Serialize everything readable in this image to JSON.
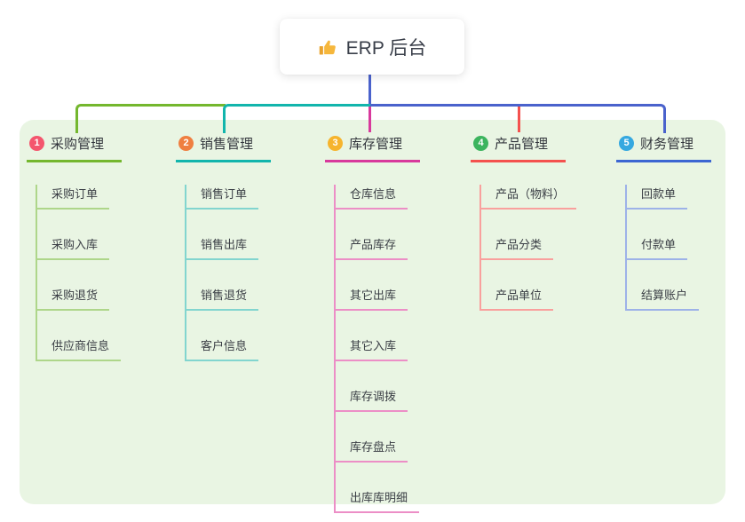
{
  "root": {
    "label": "ERP 后台",
    "icon": "thumbs-up-icon"
  },
  "colors": {
    "root_connector": "#4a62cc",
    "panel_bg": "#e9f5e3",
    "card_bg": "#ffffff",
    "icon_yellow": "#f6b73c"
  },
  "branches": [
    {
      "number": "1",
      "label": "采购管理",
      "color": "#74b72e",
      "light_color": "#aed68a",
      "badge_color": "#f4566e",
      "children": [
        "采购订单",
        "采购入库",
        "采购退货",
        "供应商信息"
      ]
    },
    {
      "number": "2",
      "label": "销售管理",
      "color": "#12b5ac",
      "light_color": "#82d5cf",
      "badge_color": "#ef7f41",
      "children": [
        "销售订单",
        "销售出库",
        "销售退货",
        "客户信息"
      ]
    },
    {
      "number": "3",
      "label": "库存管理",
      "color": "#d8399c",
      "light_color": "#ec8ec6",
      "badge_color": "#f6b42d",
      "children": [
        "仓库信息",
        "产品库存",
        "其它出库",
        "其它入库",
        "库存调拨",
        "库存盘点",
        "出库库明细"
      ]
    },
    {
      "number": "4",
      "label": "产品管理",
      "color": "#f4514e",
      "light_color": "#f9a09d",
      "badge_color": "#3cb45e",
      "children": [
        "产品（物料）",
        "产品分类",
        "产品单位"
      ]
    },
    {
      "number": "5",
      "label": "财务管理",
      "color": "#3c66d2",
      "light_color": "#9db2e8",
      "badge_color": "#35a8e0",
      "children": [
        "回款单",
        "付款单",
        "结算账户"
      ]
    }
  ]
}
